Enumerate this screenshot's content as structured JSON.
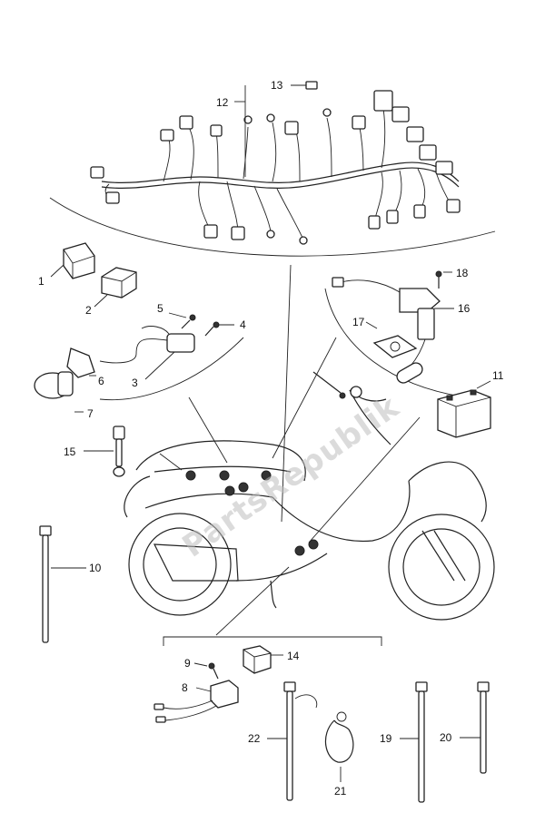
{
  "watermark": "PartsRepublik",
  "labels": {
    "p1": "1",
    "p2": "2",
    "p3": "3",
    "p4": "4",
    "p5": "5",
    "p6": "6",
    "p7": "7",
    "p8": "8",
    "p9": "9",
    "p10": "10",
    "p11": "11",
    "p12": "12",
    "p13": "13",
    "p14": "14",
    "p15": "15",
    "p16": "16",
    "p17": "17",
    "p18": "18",
    "p19": "19",
    "p20": "20",
    "p21": "21",
    "p22": "22"
  }
}
